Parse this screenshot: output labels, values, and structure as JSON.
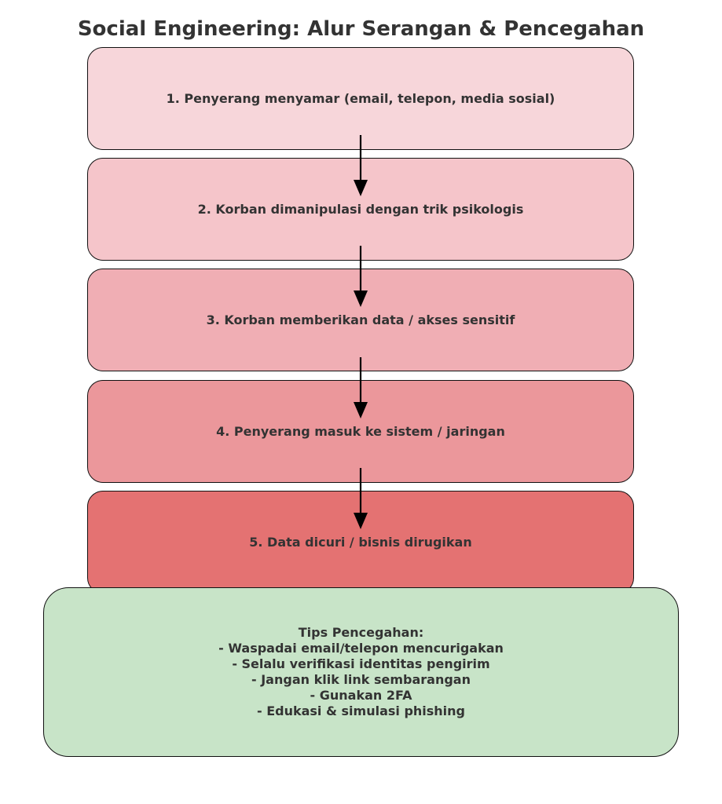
{
  "title": "Social Engineering: Alur Serangan & Pencegahan",
  "steps": [
    {
      "label": "1. Penyerang menyamar (email, telepon, media sosial)",
      "color": "#f7d6da"
    },
    {
      "label": "2. Korban dimanipulasi dengan trik psikologis",
      "color": "#f5c5ca"
    },
    {
      "label": "3. Korban memberikan data / akses sensitif",
      "color": "#f0aeb4"
    },
    {
      "label": "4. Penyerang masuk ke sistem / jaringan",
      "color": "#eb979b"
    },
    {
      "label": "5. Data dicuri / bisnis dirugikan",
      "color": "#e47272"
    }
  ],
  "tips": {
    "heading": "Tips Pencegahan:",
    "items": [
      "- Waspadai email/telepon mencurigakan",
      "- Selalu verifikasi identitas pengirim",
      "- Jangan klik link sembarangan",
      "- Gunakan 2FA",
      "- Edukasi & simulasi phishing"
    ],
    "color": "#c8e4c8"
  },
  "arrow_color": "#000000"
}
